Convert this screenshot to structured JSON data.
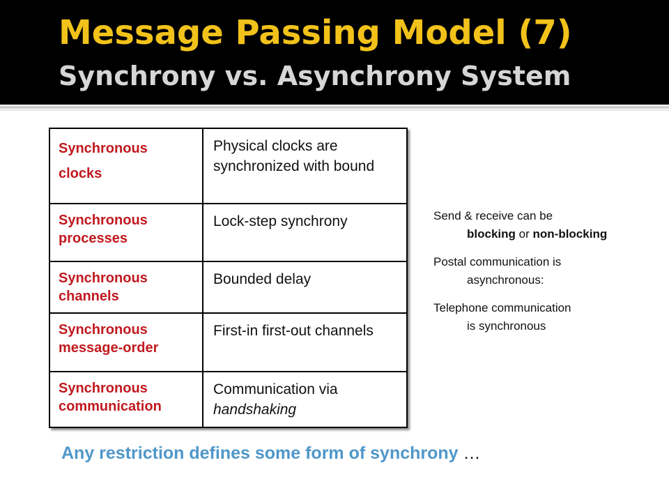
{
  "slide": {
    "title": "Message Passing Model (7)",
    "subtitle": "Synchrony vs. Asynchrony System",
    "colors": {
      "title": "#f2c21a",
      "subtitle": "#d6d6d6",
      "term": "#c0191f",
      "footer": "#4f97c9",
      "title_bar": "#000000"
    }
  },
  "table": {
    "rows": [
      {
        "term_line1": "Synchronous",
        "term_line2": "clocks",
        "definition": "Physical clocks are synchronized with bound"
      },
      {
        "term_line1": "Synchronous",
        "term_line2": "processes",
        "definition": "Lock-step synchrony"
      },
      {
        "term_line1": "Synchronous",
        "term_line2": "channels",
        "definition": "Bounded delay"
      },
      {
        "term_line1": "Synchronous",
        "term_line2": "message-order",
        "definition": "First-in first-out channels"
      },
      {
        "term_line1": "Synchronous",
        "term_line2": "communication",
        "definition_prefix": "Communication via",
        "definition_italic": "handshaking"
      }
    ]
  },
  "notes": {
    "send_receive_line1": "Send & receive can be",
    "blocking": "blocking",
    "or": "or",
    "non_blocking": "non-blocking",
    "postal_line1": "Postal communication is",
    "postal_line2": "asynchronous:",
    "telephone_line1": "Telephone communication",
    "telephone_line2": "is synchronous"
  },
  "footer": {
    "text": "Any restriction defines some form of synchrony",
    "ellipsis": "…"
  }
}
